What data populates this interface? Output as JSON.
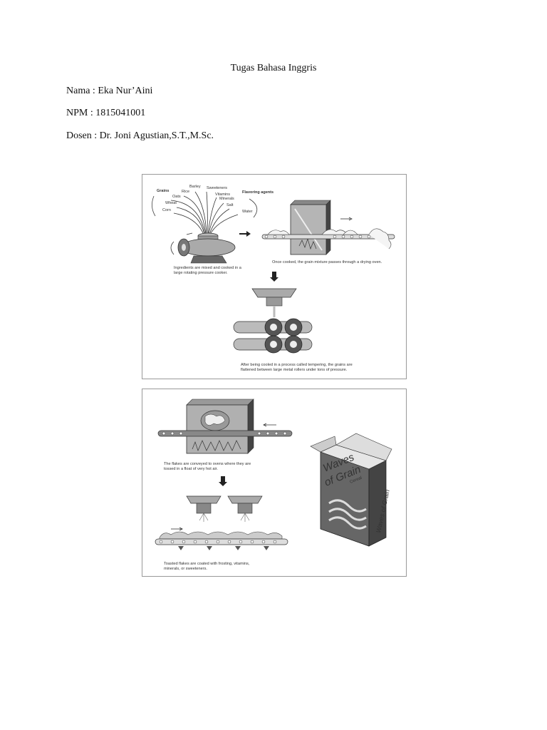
{
  "header": {
    "title": "Tugas Bahasa Inggris",
    "nama": "Nama : Eka Nur’Aini",
    "npm": "NPM : 1815041001",
    "dosen": "Dosen : Dr. Joni Agustian,S.T.,M.Sc."
  },
  "figure1": {
    "ingredients": [
      "Grains",
      "Barley",
      "Sweeteners",
      "Rice",
      "Oats",
      "Vitamins",
      "Minerals",
      "Wheat",
      "Salt",
      "Corn",
      "Water"
    ],
    "flavoring_label": "Flavoring agents",
    "cap_cooker_1": "Ingredients are mixed and cooked in a",
    "cap_cooker_2": "large rotating pressure cooker.",
    "cap_oven": "Once cooked, the grain mixture passes through a drying oven.",
    "cap_rollers_1": "After being cooled in a process called tempering, the grains are",
    "cap_rollers_2": "flattened between large metal rollers under tons of pressure."
  },
  "figure2": {
    "cap_toast_1": "The flakes are conveyed to ovens where they are",
    "cap_toast_2": "tossed in a float of very hot air.",
    "cap_coat_1": "Toasted flakes are coated with frosting, vitamins,",
    "cap_coat_2": "minerals, or sweeteners.",
    "box_brand_1": "Waves",
    "box_brand_2": "of Grain",
    "box_sub": "Cereal",
    "box_side": "Waves of Grain"
  }
}
